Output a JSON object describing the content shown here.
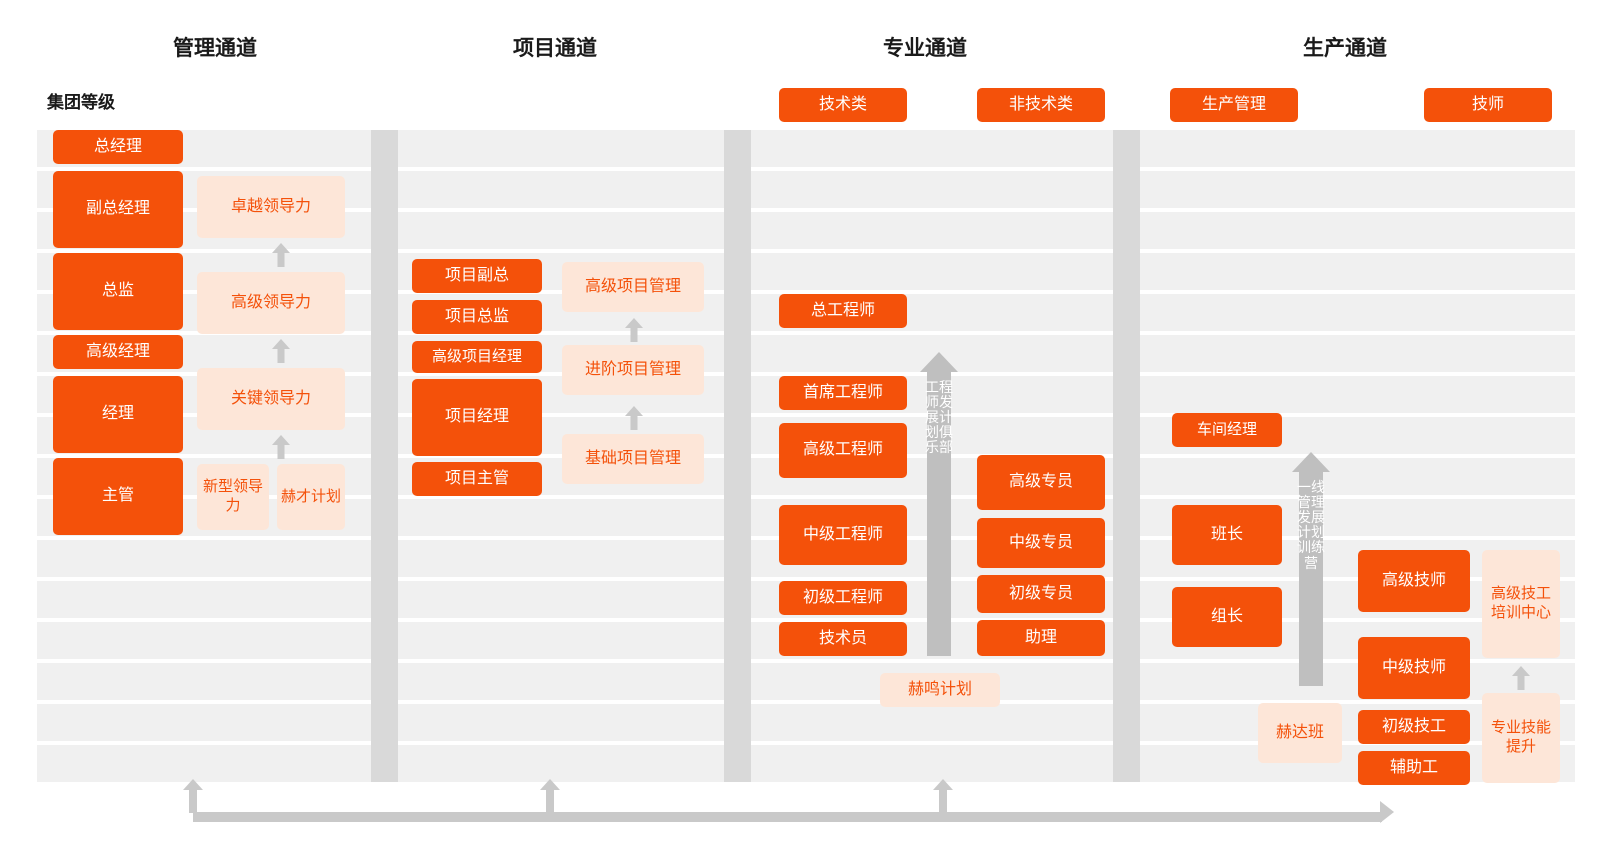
{
  "channels": [
    {
      "label": "管理通道"
    },
    {
      "label": "项目通道"
    },
    {
      "label": "专业通道"
    },
    {
      "label": "生产通道"
    }
  ],
  "group_level_label": "集团等级",
  "sub_channels": [
    {
      "label": "技术类"
    },
    {
      "label": "非技术类"
    },
    {
      "label": "生产管理"
    },
    {
      "label": "技师"
    }
  ],
  "management_ladder": [
    {
      "label": "总经理"
    },
    {
      "label": "副总经理"
    },
    {
      "label": "总监"
    },
    {
      "label": "高级经理"
    },
    {
      "label": "经理"
    },
    {
      "label": "主管"
    }
  ],
  "management_programs": [
    {
      "label": "卓越领导力"
    },
    {
      "label": "高级领导力"
    },
    {
      "label": "关键领导力"
    },
    {
      "label": "新型领导力"
    },
    {
      "label": "赫才计划"
    }
  ],
  "project_ladder": [
    {
      "label": "项目副总"
    },
    {
      "label": "项目总监"
    },
    {
      "label": "高级项目经理"
    },
    {
      "label": "项目经理"
    },
    {
      "label": "项目主管"
    }
  ],
  "project_programs": [
    {
      "label": "高级项目管理"
    },
    {
      "label": "进阶项目管理"
    },
    {
      "label": "基础项目管理"
    }
  ],
  "technical_ladder": [
    {
      "label": "总工程师"
    },
    {
      "label": "首席工程师"
    },
    {
      "label": "高级工程师"
    },
    {
      "label": "中级工程师"
    },
    {
      "label": "初级工程师"
    },
    {
      "label": "技术员"
    }
  ],
  "nontechnical_ladder": [
    {
      "label": "高级专员"
    },
    {
      "label": "中级专员"
    },
    {
      "label": "初级专员"
    },
    {
      "label": "助理"
    }
  ],
  "engineer_program": {
    "label": "工程师发展计划俱乐部"
  },
  "heming_program": {
    "label": "赫鸣计划"
  },
  "production_mgmt_ladder": [
    {
      "label": "车间经理"
    },
    {
      "label": "班长"
    },
    {
      "label": "组长"
    }
  ],
  "frontline_program": {
    "label": "一线管理发展计划训练营"
  },
  "heda_program": {
    "label": "赫达班"
  },
  "technician_ladder": [
    {
      "label": "高级技师"
    },
    {
      "label": "中级技师"
    },
    {
      "label": "初级技工"
    },
    {
      "label": "辅助工"
    }
  ],
  "technician_programs": [
    {
      "label": "高级技工培训中心"
    },
    {
      "label": "专业技能提升"
    }
  ],
  "colors": {
    "primary": "#f4510a",
    "soft": "#fde6d8",
    "band": "#f0f0f0",
    "separator": "#d9d9d9",
    "arrow": "#c9c9c9"
  }
}
